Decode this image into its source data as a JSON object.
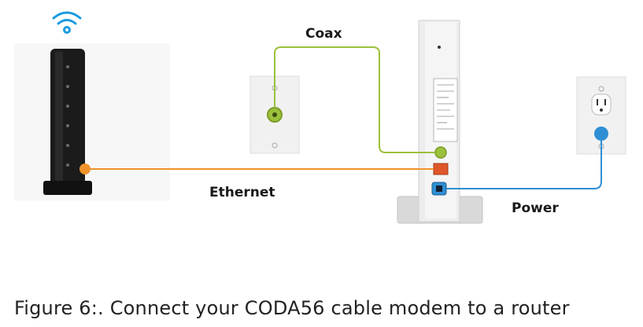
{
  "labels": {
    "coax": "Coax",
    "ethernet": "Ethernet",
    "power": "Power"
  },
  "caption": "Figure 6:.  Connect your CODA56 cable modem to a router",
  "colors": {
    "coax_cable": "#9bc13c",
    "ethernet_cable": "#f0932b",
    "power_cable": "#2f8fd4",
    "wifi_icon": "#1a9be0",
    "router_body": "#1b1b1b",
    "modem_body": "#ededed"
  },
  "icons": [
    "wifi-icon",
    "router",
    "wall-coax-outlet",
    "cable-modem",
    "wall-power-outlet"
  ]
}
